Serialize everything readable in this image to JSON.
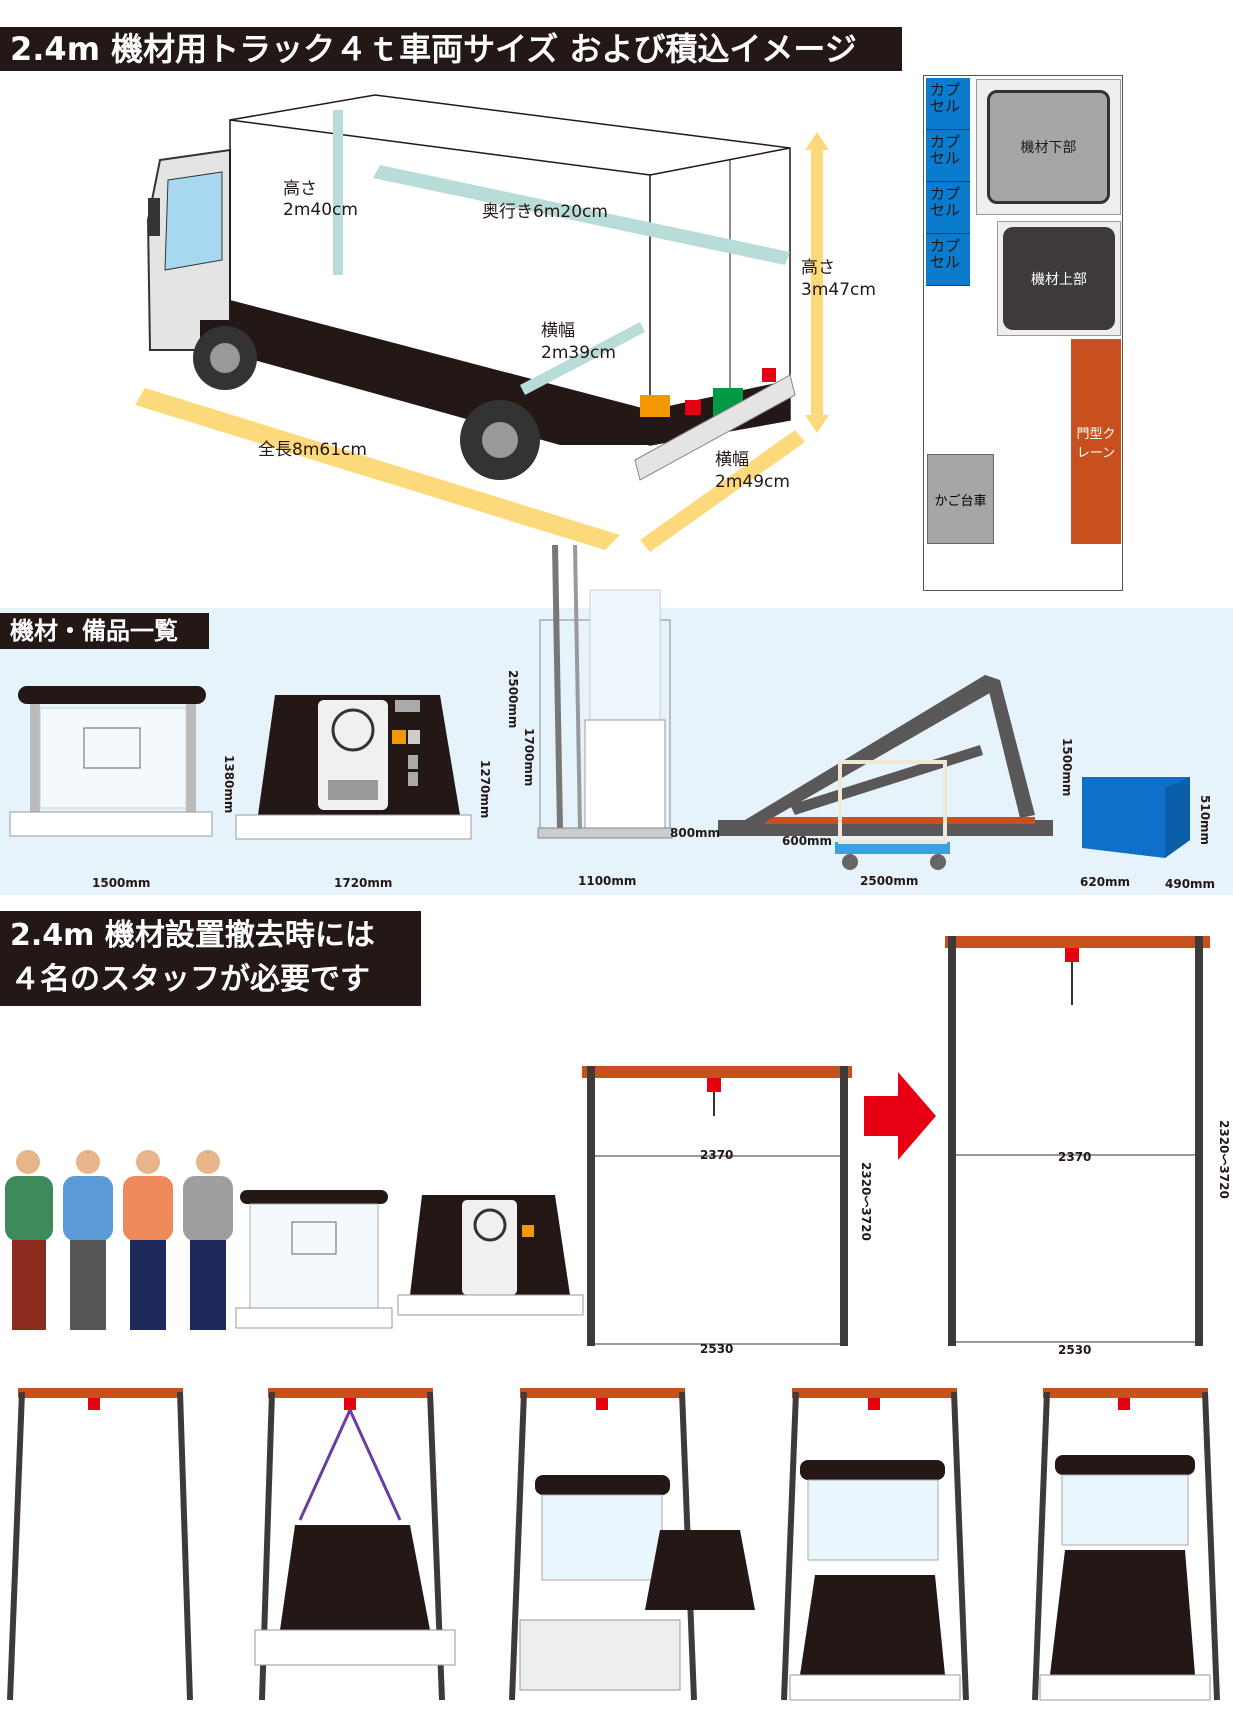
{
  "header": {
    "title": "2.4m 機材用トラック４ｔ車両サイズ および積込イメージ"
  },
  "truck": {
    "height_inner_label": "高さ",
    "height_inner_value": "2m40cm",
    "depth_label": "奥行き6m20cm",
    "height_total_label": "高さ",
    "height_total_value": "3m47cm",
    "width_inner_label": "横幅",
    "width_inner_value": "2m39cm",
    "length_label": "全長8m61cm",
    "width_total_label": "横幅",
    "width_total_value": "2m49cm"
  },
  "floor_plan": {
    "capsules": [
      "カプセル",
      "カプセル",
      "カプセル",
      "カプセル"
    ],
    "machine_lower": "機材下部",
    "machine_upper": "機材上部",
    "crane": "門型クレーン",
    "cart": "かご台車"
  },
  "equipment": {
    "section_title": "機材・備品一覧",
    "items": [
      {
        "name": "machine-upper",
        "width": "1500mm",
        "height": "1380mm"
      },
      {
        "name": "machine-lower",
        "width": "1720mm",
        "height": "1270mm"
      },
      {
        "name": "cage-cart",
        "width": "1100mm",
        "height_total": "2500mm",
        "height_cage": "1700mm",
        "depth": "800mm"
      },
      {
        "name": "gantry-crane-folded",
        "width": "2500mm",
        "height": "1500mm",
        "cart_width": "600mm"
      },
      {
        "name": "capsule-box",
        "width": "620mm",
        "depth": "490mm",
        "height": "510mm"
      }
    ]
  },
  "staff": {
    "line1": "2.4m 機材設置撤去時には",
    "line2": "４名のスタッフが必要です"
  },
  "crane_dims": {
    "low": {
      "inner_width": "2370",
      "outer_width": "2530",
      "height": "2320〜3720"
    },
    "high": {
      "inner_width": "2370",
      "outer_width": "2530",
      "height": "2320〜3720"
    }
  },
  "colors": {
    "dark": "#231815",
    "band": "#e6f3fb",
    "capsule": "#0b7ccd",
    "crane": "#c8501e",
    "arrow_yellow": "#fcd97a",
    "arrow_teal": "#b8ddd8",
    "red_arrow": "#e60012"
  }
}
